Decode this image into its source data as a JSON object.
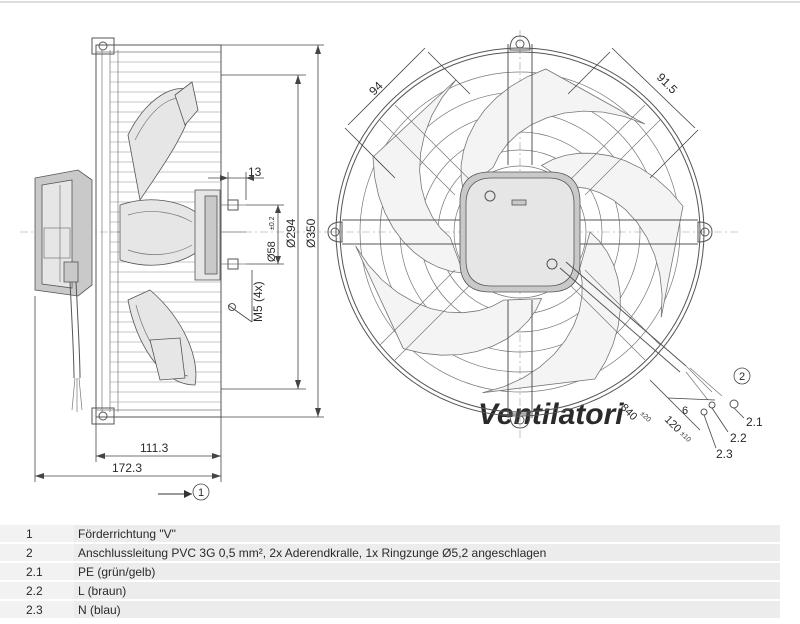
{
  "dimensions": {
    "d350": "Ø350",
    "d294": "Ø294",
    "d58": "Ø58",
    "d58_tol": "±0.2",
    "m5": "M5 (4x)",
    "len13": "13",
    "len111": "111.3",
    "len172": "172.3",
    "len94": "94",
    "len915": "91.5",
    "cable_840": "840",
    "cable_840_tol": "±20",
    "cable_120": "120",
    "cable_120_tol": "±10",
    "cable_6": "6"
  },
  "callouts": {
    "c1": "1",
    "c2": "2",
    "c21": "2.1",
    "c22": "2.2",
    "c23": "2.3"
  },
  "watermark": "Ventilatori",
  "legend": [
    {
      "num": "1",
      "text": "Förderrichtung \"V\""
    },
    {
      "num": "2",
      "text": "Anschlussleitung PVC 3G 0,5 mm², 2x Aderendkralle, 1x Ringzunge Ø5,2 angeschlagen"
    },
    {
      "num": "2.1",
      "text": "PE (grün/gelb)"
    },
    {
      "num": "2.2",
      "text": "L (braun)"
    },
    {
      "num": "2.3",
      "text": "N (blau)"
    }
  ]
}
